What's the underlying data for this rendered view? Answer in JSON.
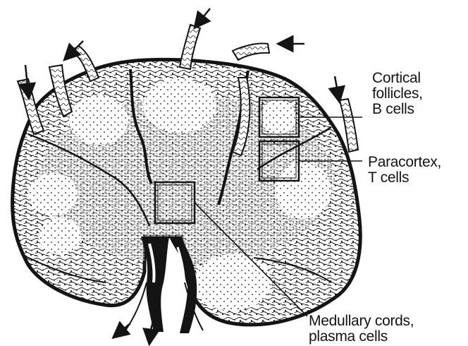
{
  "labels": {
    "cortical": {
      "line1": "Cortical",
      "line2": "follicles,",
      "line3": "B cells"
    },
    "paracortex": {
      "line1": "Paracortex,",
      "line2": "T cells"
    },
    "medullary": {
      "line1": "Medullary cords,",
      "line2": "plasma cells"
    }
  },
  "colors": {
    "ink": "#141414",
    "paper": "#ffffff"
  }
}
